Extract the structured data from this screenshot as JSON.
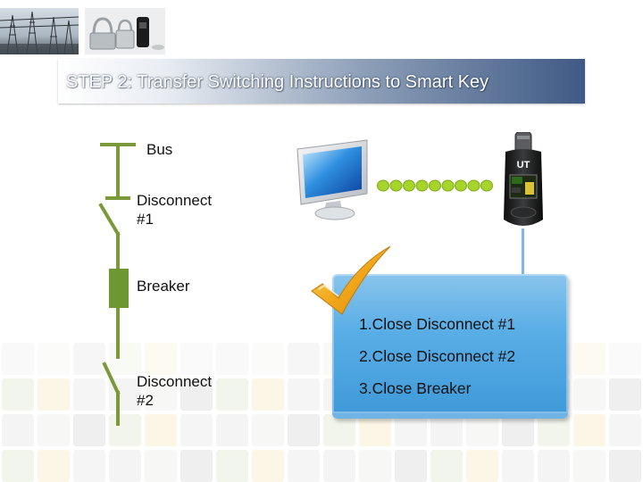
{
  "title": "STEP 2: Transfer Switching Instructions to Smart Key",
  "diagram": {
    "labels": {
      "bus": "Bus",
      "disconnect1": [
        "Disconnect",
        "#1"
      ],
      "breaker": "Breaker",
      "disconnect2": [
        "Disconnect",
        "#2"
      ]
    },
    "instructions": [
      "1.Close Disconnect #1",
      "2.Close Disconnect #2",
      "3.Close Breaker"
    ],
    "smart_key_brand": "UT",
    "link_dot_count": 9
  },
  "colors": {
    "switch_line": "#7a9a3a",
    "breaker_fill": "#6b9832",
    "link_dots": "#a6d42a",
    "panel": "#5aaee6",
    "checkmark": "#f2a81d"
  }
}
